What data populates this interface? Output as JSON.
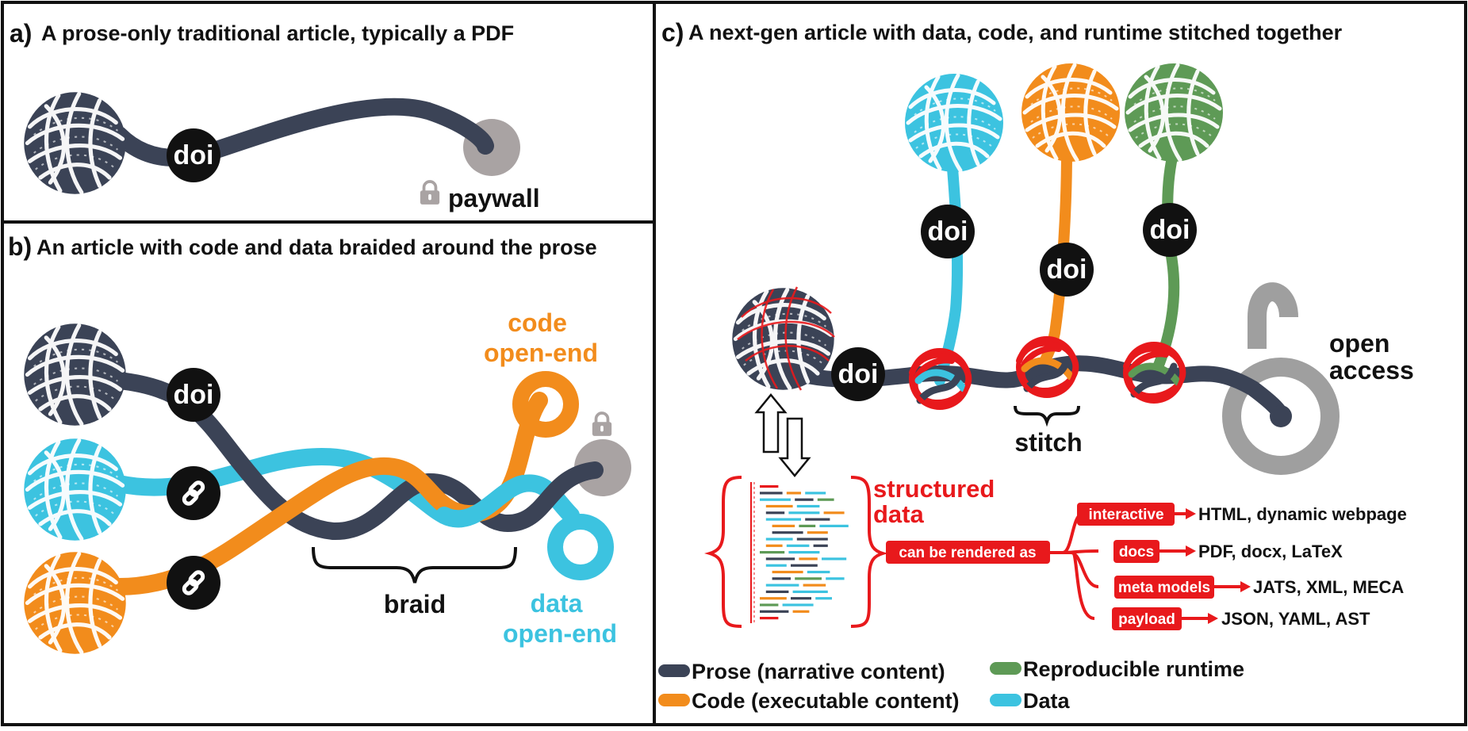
{
  "colors": {
    "prose": "#3b4356",
    "code": "#f28c1c",
    "data": "#3cc3e0",
    "runtime": "#5e9a56",
    "red": "#e8191c",
    "paywall": "#a9a3a3",
    "open": "#9f9f9f"
  },
  "icons": [
    "yarn-ball-icon",
    "link-icon",
    "lock-icon",
    "open-access-icon",
    "code-brackets-icon",
    "double-arrow-icon"
  ],
  "panel_a": {
    "label": "a)",
    "title": "A prose-only traditional article, typically a PDF",
    "doi": "doi",
    "paywall": "paywall"
  },
  "panel_b": {
    "label": "b)",
    "title": "An article with code and data braided around the prose",
    "doi": "doi",
    "code_open_end": [
      "code",
      "open-end"
    ],
    "data_open_end": [
      "data",
      "open-end"
    ],
    "braid": "braid"
  },
  "panel_c": {
    "label": "c)",
    "title": "A next-gen article with data, code, and runtime stitched together",
    "doi_labels": [
      "doi",
      "doi",
      "doi",
      "doi"
    ],
    "open_access": [
      "open",
      "access"
    ],
    "stitch": "stitch",
    "structured_data": [
      "structured",
      "data"
    ],
    "rendered_as": "can be rendered as",
    "outputs": [
      {
        "tag": "interactive",
        "formats": "HTML, dynamic webpage"
      },
      {
        "tag": "docs",
        "formats": "PDF, docx, LaTeX"
      },
      {
        "tag": "meta models",
        "formats": "JATS, XML, MECA"
      },
      {
        "tag": "payload",
        "formats": "JSON, YAML, AST"
      }
    ],
    "legend": [
      {
        "label": "Prose (narrative content)",
        "color": "#3b4356"
      },
      {
        "label": "Code (executable content)",
        "color": "#f28c1c"
      },
      {
        "label": "Reproducible runtime",
        "color": "#5e9a56"
      },
      {
        "label": "Data",
        "color": "#3cc3e0"
      }
    ]
  }
}
